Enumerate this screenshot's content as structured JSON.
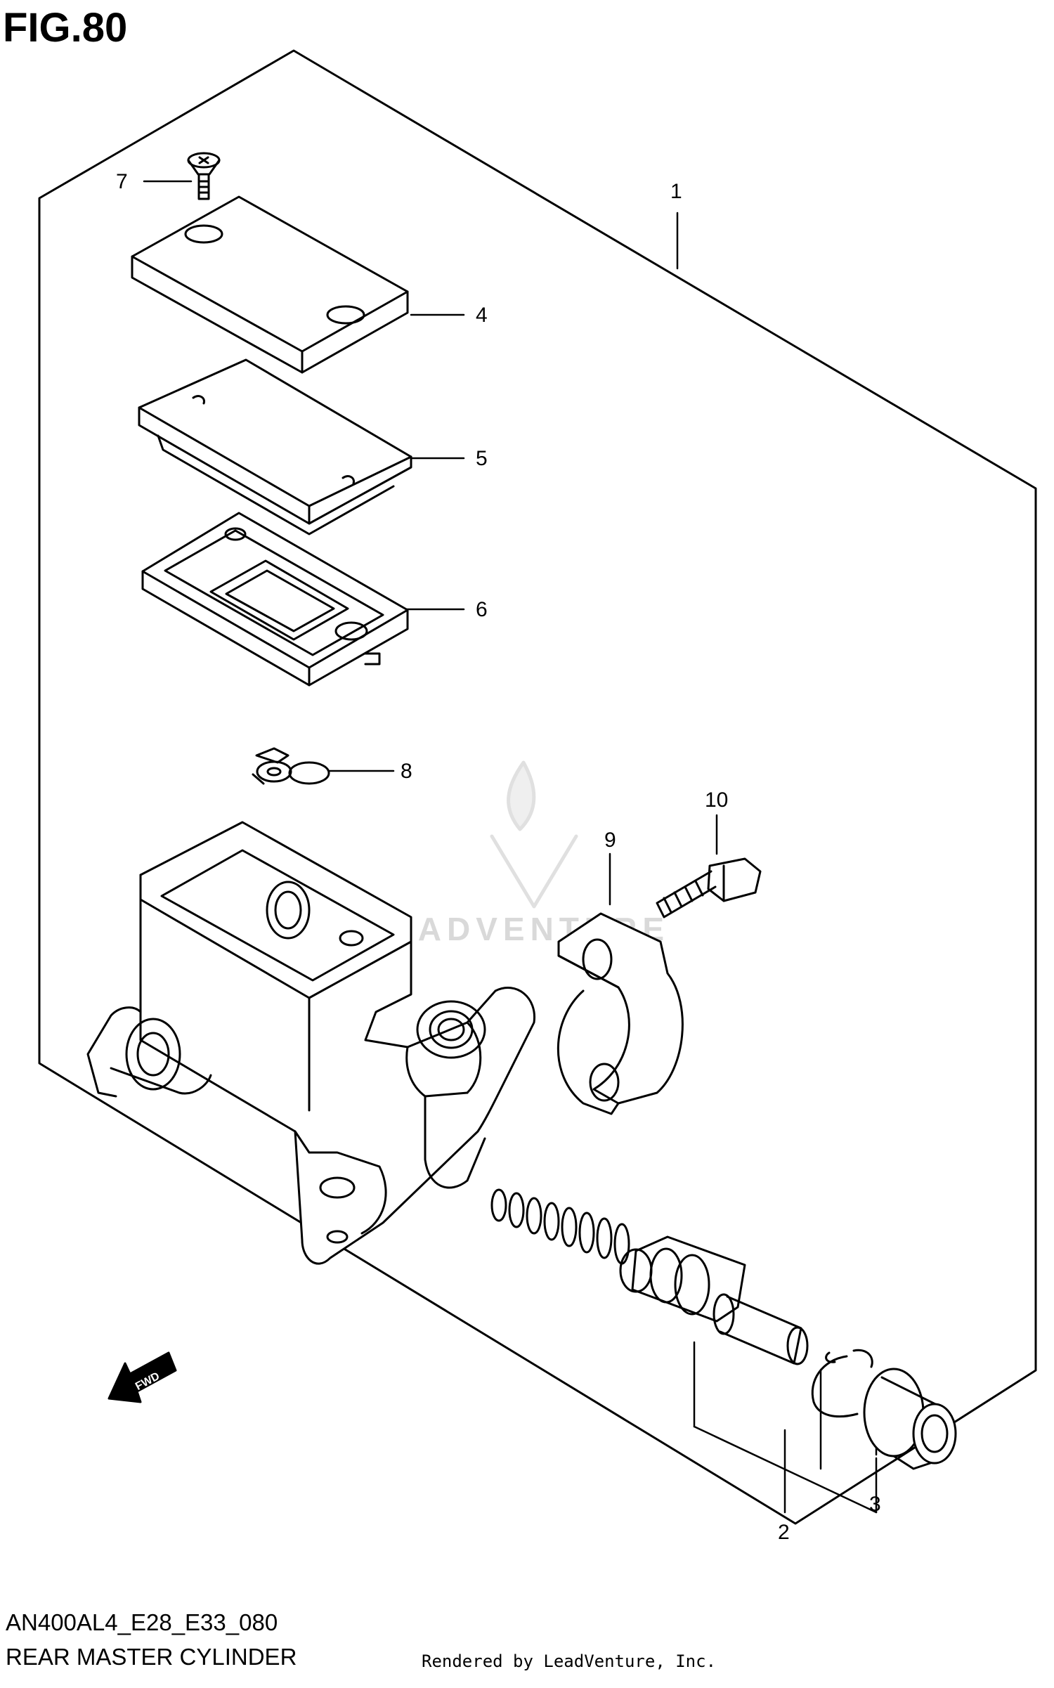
{
  "figure": {
    "title": "FIG.80"
  },
  "callouts": {
    "c1": "1",
    "c2": "2",
    "c3": "3",
    "c4": "4",
    "c5": "5",
    "c6": "6",
    "c7": "7",
    "c8": "8",
    "c9": "9",
    "c10": "10"
  },
  "fwd_arrow": {
    "label": "FWD"
  },
  "watermark": {
    "text": "LEADVENTURE"
  },
  "footer": {
    "model_code": "AN400AL4_E28_E33_080",
    "assembly_name": "REAR MASTER CYLINDER",
    "rendered_by": "Rendered by LeadVenture, Inc."
  },
  "colors": {
    "line": "#000000",
    "background": "#ffffff",
    "watermark": "#d9d9d9"
  }
}
